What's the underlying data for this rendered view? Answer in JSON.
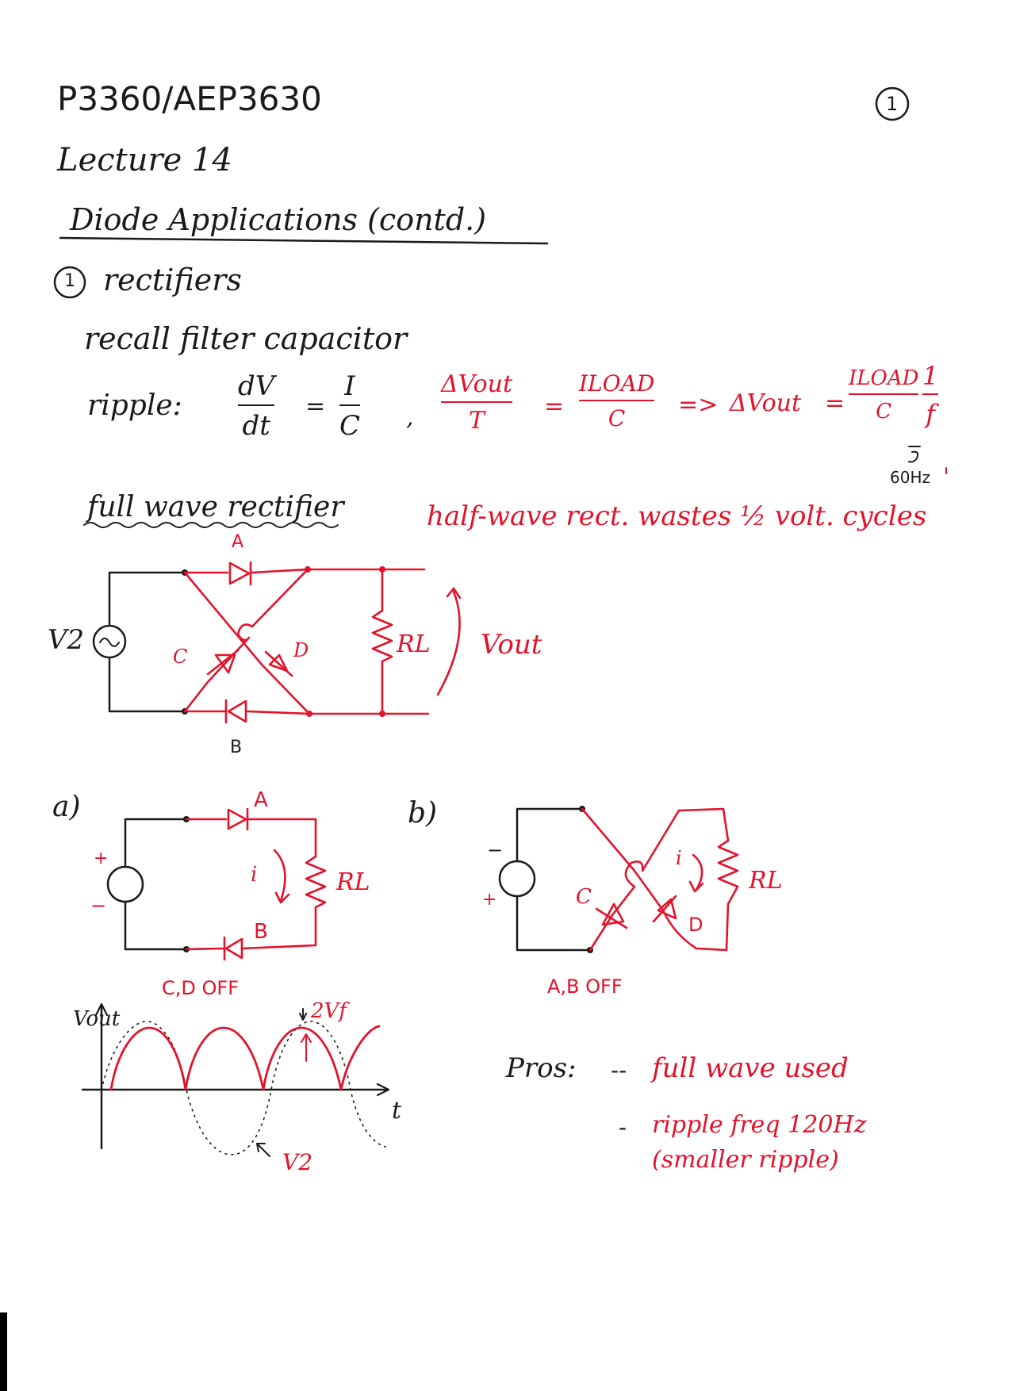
{
  "header": {
    "course": "P3360/AEP3630",
    "lecture": "Lecture 14",
    "title": "Diode Applications (contd.)",
    "page_number": "1"
  },
  "section": {
    "number": "1",
    "label": "rectifiers"
  },
  "recall": "recall filter capacitor",
  "ripple": {
    "label": "ripple:",
    "dv": "dV",
    "dt": "dt",
    "i": "I",
    "c": "C",
    "delta_vout": "ΔVout",
    "t": "T",
    "iload": "ILOAD",
    "arrow": "=>",
    "one": "1",
    "f": "f",
    "freq": "60Hz",
    "eq": "="
  },
  "full_wave": {
    "heading": "full wave rectifier",
    "note": "half-wave rect. wastes ½ volt. cycles",
    "diode_a": "A",
    "diode_b": "B",
    "diode_c": "C",
    "diode_d": "D",
    "source": "V2",
    "load": "RL",
    "output": "Vout"
  },
  "case_a": {
    "label": "a)",
    "plus": "+",
    "minus": "−",
    "diode_a": "A",
    "diode_b": "B",
    "current": "i",
    "load": "RL",
    "status": "C,D OFF"
  },
  "case_b": {
    "label": "b)",
    "plus": "+",
    "minus": "−",
    "diode_c": "C",
    "diode_d": "D",
    "current": "i",
    "load": "RL",
    "status": "A,B OFF"
  },
  "waveform": {
    "y_label": "Vout",
    "x_label": "t",
    "drop": "2Vf",
    "source": "V2"
  },
  "pros": {
    "label": "Pros:",
    "items": [
      "full wave used",
      "ripple freq 120Hz",
      "(smaller ripple)"
    ]
  },
  "colors": {
    "ink": "#1a1a1a",
    "red": "#e4122a"
  }
}
